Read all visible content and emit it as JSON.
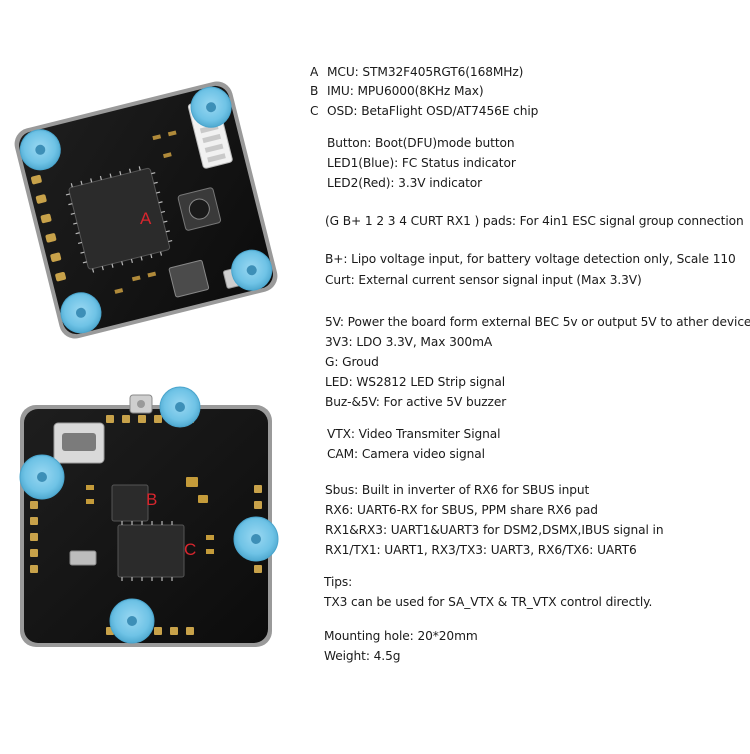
{
  "colors": {
    "pcb": "#141414",
    "pad_gold": "#c8a24a",
    "grommet": "#6fc3e6",
    "chip": "#2b2b2b",
    "accent_red": "#d8262e"
  },
  "boards": {
    "top_label": "A",
    "bottom_label_b": "B",
    "bottom_label_c": "C"
  },
  "specs": {
    "chips": [
      {
        "key": "A",
        "text": "MCU: STM32F405RGT6(168MHz)"
      },
      {
        "key": "B",
        "text": "IMU: MPU6000(8KHz Max)"
      },
      {
        "key": "C",
        "text": "OSD: BetaFlight OSD/AT7456E chip"
      }
    ],
    "buttons": [
      "Button: Boot(DFU)mode button",
      "LED1(Blue): FC Status indicator",
      "LED2(Red): 3.3V indicator"
    ],
    "pads": "(G B+ 1 2 3 4 CURT RX1 ) pads: For 4in1 ESC signal group connection",
    "power_sense": [
      "B+:  Lipo voltage input, for battery voltage detection only, Scale 110",
      "Curt: External current sensor signal input (Max 3.3V)"
    ],
    "power": [
      "5V: Power the board form external BEC 5v or output 5V to ather devices",
      "3V3: LDO 3.3V, Max 300mA",
      "G: Groud",
      "LED: WS2812 LED Strip signal",
      "Buz-&5V: For active 5V buzzer"
    ],
    "video": [
      "VTX: Video Transmiter Signal",
      "CAM: Camera video signal"
    ],
    "uart": [
      "Sbus: Built in inverter of RX6 for SBUS input",
      "RX6: UART6-RX for SBUS, PPM share RX6 pad",
      "RX1&RX3: UART1&UART3 for DSM2,DSMX,IBUS signal in",
      "RX1/TX1: UART1, RX3/TX3: UART3, RX6/TX6: UART6"
    ],
    "tips": [
      "Tips:",
      "TX3 can be used for SA_VTX & TR_VTX control directly."
    ],
    "mount": [
      "Mounting hole: 20*20mm",
      "Weight: 4.5g"
    ]
  }
}
